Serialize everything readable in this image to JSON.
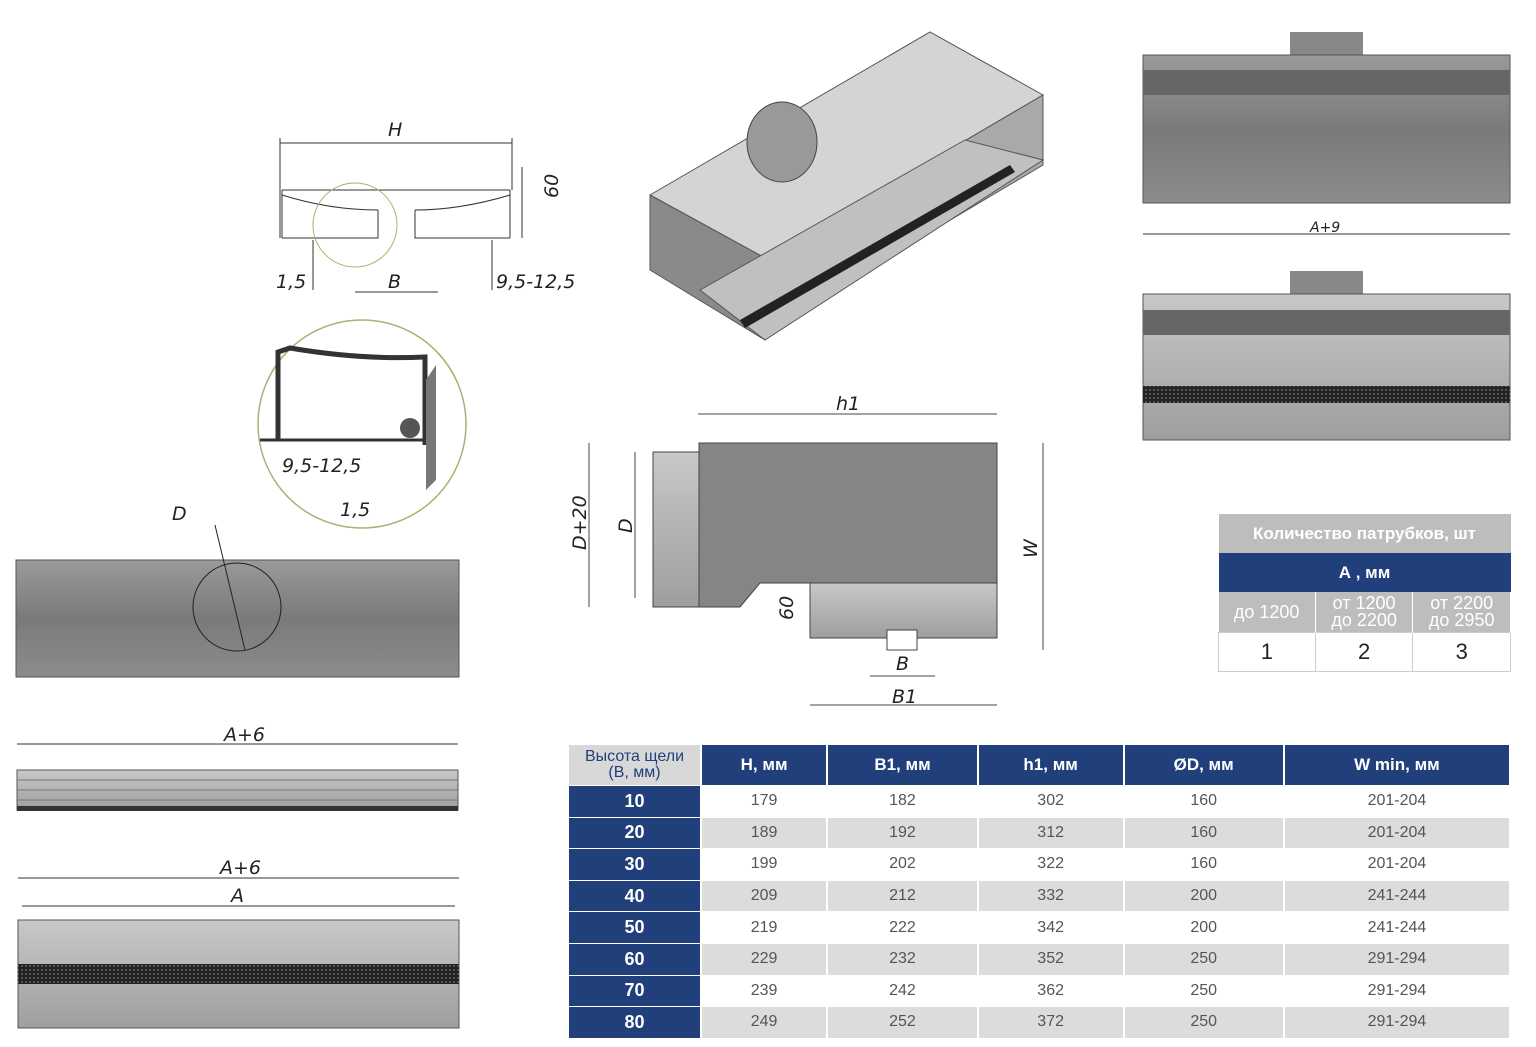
{
  "drawing_labels": {
    "H": "H",
    "dim_60": "60",
    "dim_1_5": "1,5",
    "B": "B",
    "dim_9_5_12_5": "9,5-12,5",
    "detail_9_5_12_5": "9,5-12,5",
    "detail_1_5": "1,5",
    "D": "D",
    "A_plus_6_top": "A+6",
    "A_plus_6_bottom": "A+6",
    "A": "A",
    "h1": "h1",
    "D_plus_20": "D+20",
    "D_side": "D",
    "W": "W",
    "side_60": "60",
    "side_B": "B",
    "B1": "B1",
    "A_plus_9": "A+9"
  },
  "quantity_table": {
    "title": "Количество патрубков, шт",
    "subheader": "А , мм",
    "ranges": [
      [
        "до 1200",
        ""
      ],
      [
        "от 1200",
        "до 2200"
      ],
      [
        "от 2200",
        "до 2950"
      ]
    ],
    "counts": [
      "1",
      "2",
      "3"
    ]
  },
  "spec_table": {
    "first_header": [
      "Высота щели",
      "(В, мм)"
    ],
    "headers": [
      "H, мм",
      "B1, мм",
      "h1, мм",
      "ØD, мм",
      "W min, мм"
    ],
    "rows": [
      [
        "10",
        "179",
        "182",
        "302",
        "160",
        "201-204"
      ],
      [
        "20",
        "189",
        "192",
        "312",
        "160",
        "201-204"
      ],
      [
        "30",
        "199",
        "202",
        "322",
        "160",
        "201-204"
      ],
      [
        "40",
        "209",
        "212",
        "332",
        "200",
        "241-244"
      ],
      [
        "50",
        "219",
        "222",
        "342",
        "200",
        "241-244"
      ],
      [
        "60",
        "229",
        "232",
        "352",
        "250",
        "291-294"
      ],
      [
        "70",
        "239",
        "242",
        "362",
        "250",
        "291-294"
      ],
      [
        "80",
        "249",
        "252",
        "372",
        "250",
        "291-294"
      ]
    ]
  },
  "colors": {
    "accent": "#213f7a",
    "header_gray": "#bdbdbd",
    "row_alt": "#dcdcdc"
  }
}
